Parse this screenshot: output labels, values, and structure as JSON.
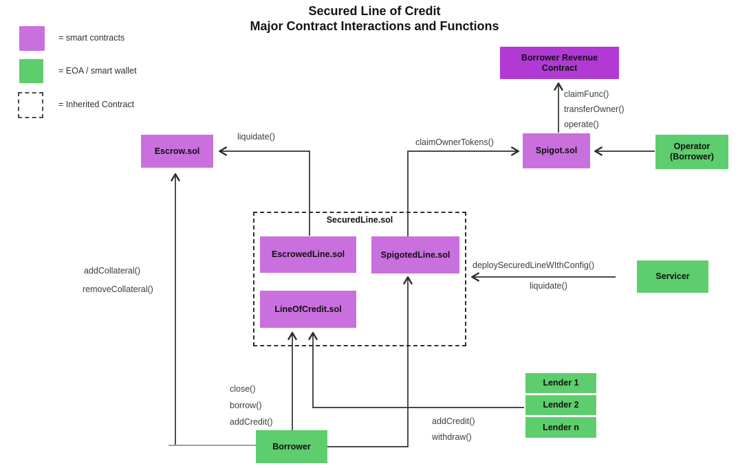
{
  "title": {
    "line1": "Secured Line of Credit",
    "line2": "Major Contract Interactions and Functions"
  },
  "legend": {
    "smart_contracts": "= smart contracts",
    "eoa_wallet": "= EOA / smart wallet",
    "inherited_contract": "= Inherited Contract"
  },
  "colors": {
    "smart_contract_fill": "#ca70de",
    "revenue_contract_fill": "#b13ad4",
    "eoa_wallet_fill": "#5ecd6e",
    "wire": "#2e2e2e"
  },
  "nodes": {
    "escrow": "Escrow.sol",
    "borrower_revenue": "Borrower Revenue Contract",
    "spigot": "Spigot.sol",
    "operator": "Operator (Borrower)",
    "secured_line": "SecuredLine.sol",
    "escrowed_line": "EscrowedLine.sol",
    "spigoted_line": "SpigotedLine.sol",
    "line_of_credit": "LineOfCredit.sol",
    "servicer": "Servicer",
    "lender_1": "Lender 1",
    "lender_2": "Lender 2",
    "lender_n": "Lender n",
    "borrower": "Borrower"
  },
  "edge_labels": {
    "liquidate_escrow": "liquidate()",
    "claim_owner_tokens": "claimOwnerTokens()",
    "claim_func": "claimFunc()",
    "transfer_owner": "transferOwner()",
    "operate": "operate()",
    "add_collateral": "addCollateral()",
    "remove_collateral": "removeCollateral()",
    "deploy_secured_line": "deploySecuredLineWIthConfig()",
    "liquidate_servicer": "liquidate()",
    "close": "close()",
    "borrow": "borrow()",
    "add_credit_borrower": "addCredit()",
    "add_credit_lender": "addCredit()",
    "withdraw": "withdraw()"
  }
}
